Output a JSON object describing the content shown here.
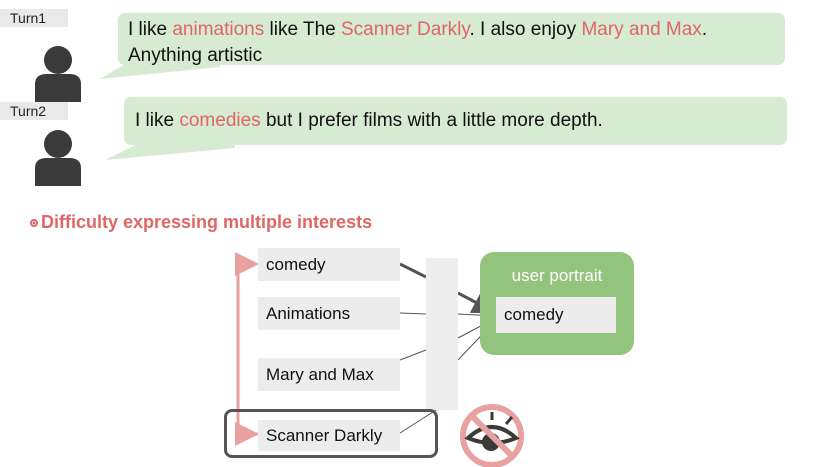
{
  "turns": [
    {
      "label": "Turn1",
      "segments": [
        {
          "text": "I like ",
          "hl": false
        },
        {
          "text": "animations",
          "hl": true
        },
        {
          "text": " like The ",
          "hl": false
        },
        {
          "text": "Scanner Darkly",
          "hl": true
        },
        {
          "text": ". I also enjoy ",
          "hl": false
        },
        {
          "text": "Mary and Max",
          "hl": true
        },
        {
          "text": ". Anything artistic",
          "hl": false
        }
      ]
    },
    {
      "label": "Turn2",
      "segments": [
        {
          "text": "I like ",
          "hl": false
        },
        {
          "text": "comedies",
          "hl": true
        },
        {
          "text": " but I prefer films with a little more depth.",
          "hl": false
        }
      ]
    }
  ],
  "heading": "Difficulty expressing multiple interests",
  "interests": [
    "comedy",
    "Animations",
    "Mary and Max",
    "Scanner Darkly"
  ],
  "portrait": {
    "title": "user portrait",
    "value": "comedy"
  },
  "icons": {
    "user": "person-icon",
    "blocked": "eye-crossed-icon"
  },
  "colors": {
    "accent": "#e06666",
    "bubble": "#d6ebd2",
    "portrait": "#93c47d",
    "item": "#ececec"
  }
}
